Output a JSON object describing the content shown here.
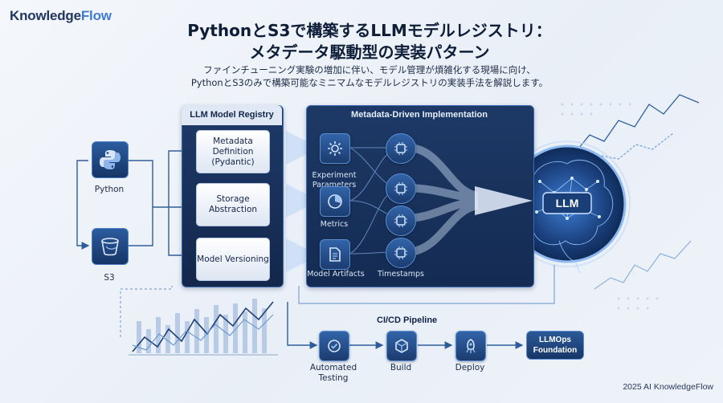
{
  "brand": {
    "part1": "Knowledge",
    "part2": "Flow"
  },
  "title": {
    "line1": "PythonとS3で構築するLLMモデルレジストリ：",
    "line2": "メタデータ駆動型の実装パターン"
  },
  "subtitle": {
    "line1": "ファインチューニング実験の増加に伴い、モデル管理が煩雑化する現場に向け、",
    "line2": "PythonとS3のみで構築可能なミニマムなモデルレジストリの実装手法を解説します。"
  },
  "sources": {
    "python": "Python",
    "s3": "S3"
  },
  "registry": {
    "title": "LLM Model Registry",
    "items": [
      "Metadata Definition (Pydantic)",
      "Storage Abstraction",
      "Model Versioning"
    ]
  },
  "metadata": {
    "title": "Metadata-Driven Implementation",
    "labels": {
      "experiment": "Experiment Parameters",
      "metrics": "Metrics",
      "artifacts": "Model Artifacts",
      "timestamps": "Timestamps"
    }
  },
  "llm": {
    "label": "LLM"
  },
  "cicd": {
    "title": "CI/CD Pipeline",
    "steps": [
      "Automated Testing",
      "Build",
      "Deploy"
    ],
    "final": "LLMOps Foundation"
  },
  "footer": {
    "copyright": "2025 AI KnowledgeFlow"
  },
  "colors": {
    "navy": "#16305c",
    "accent": "#3f7bd3",
    "light": "#dfe8f4"
  }
}
